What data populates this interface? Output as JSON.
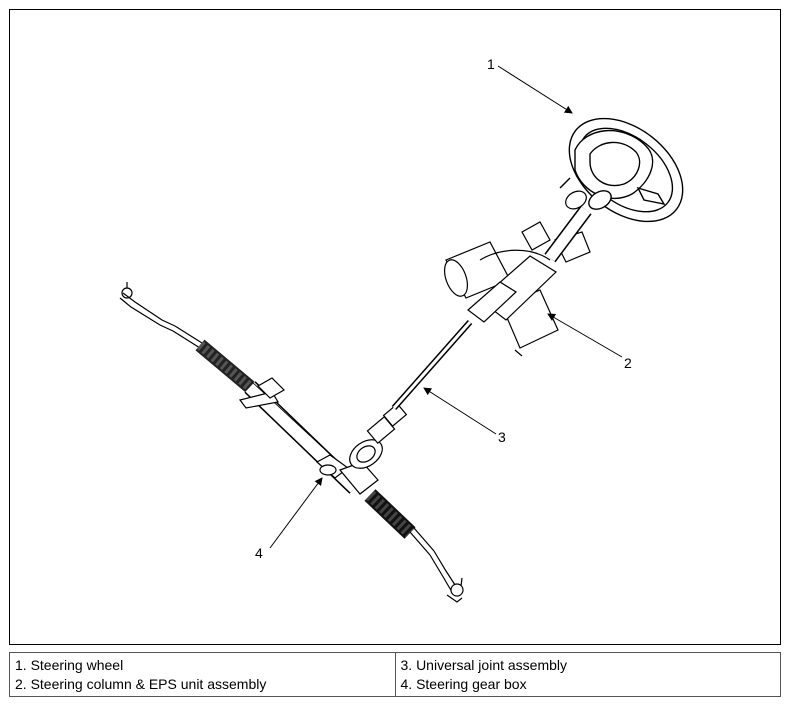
{
  "callouts": {
    "c1": "1",
    "c2": "2",
    "c3": "3",
    "c4": "4"
  },
  "legend": {
    "left": [
      "1. Steering wheel",
      "2. Steering column & EPS unit assembly"
    ],
    "right": [
      "3. Universal joint assembly",
      "4. Steering gear box"
    ]
  },
  "icons": {
    "parts": [
      "steering-wheel-icon",
      "steering-column-eps-icon",
      "universal-joint-icon",
      "steering-gear-box-icon"
    ]
  }
}
